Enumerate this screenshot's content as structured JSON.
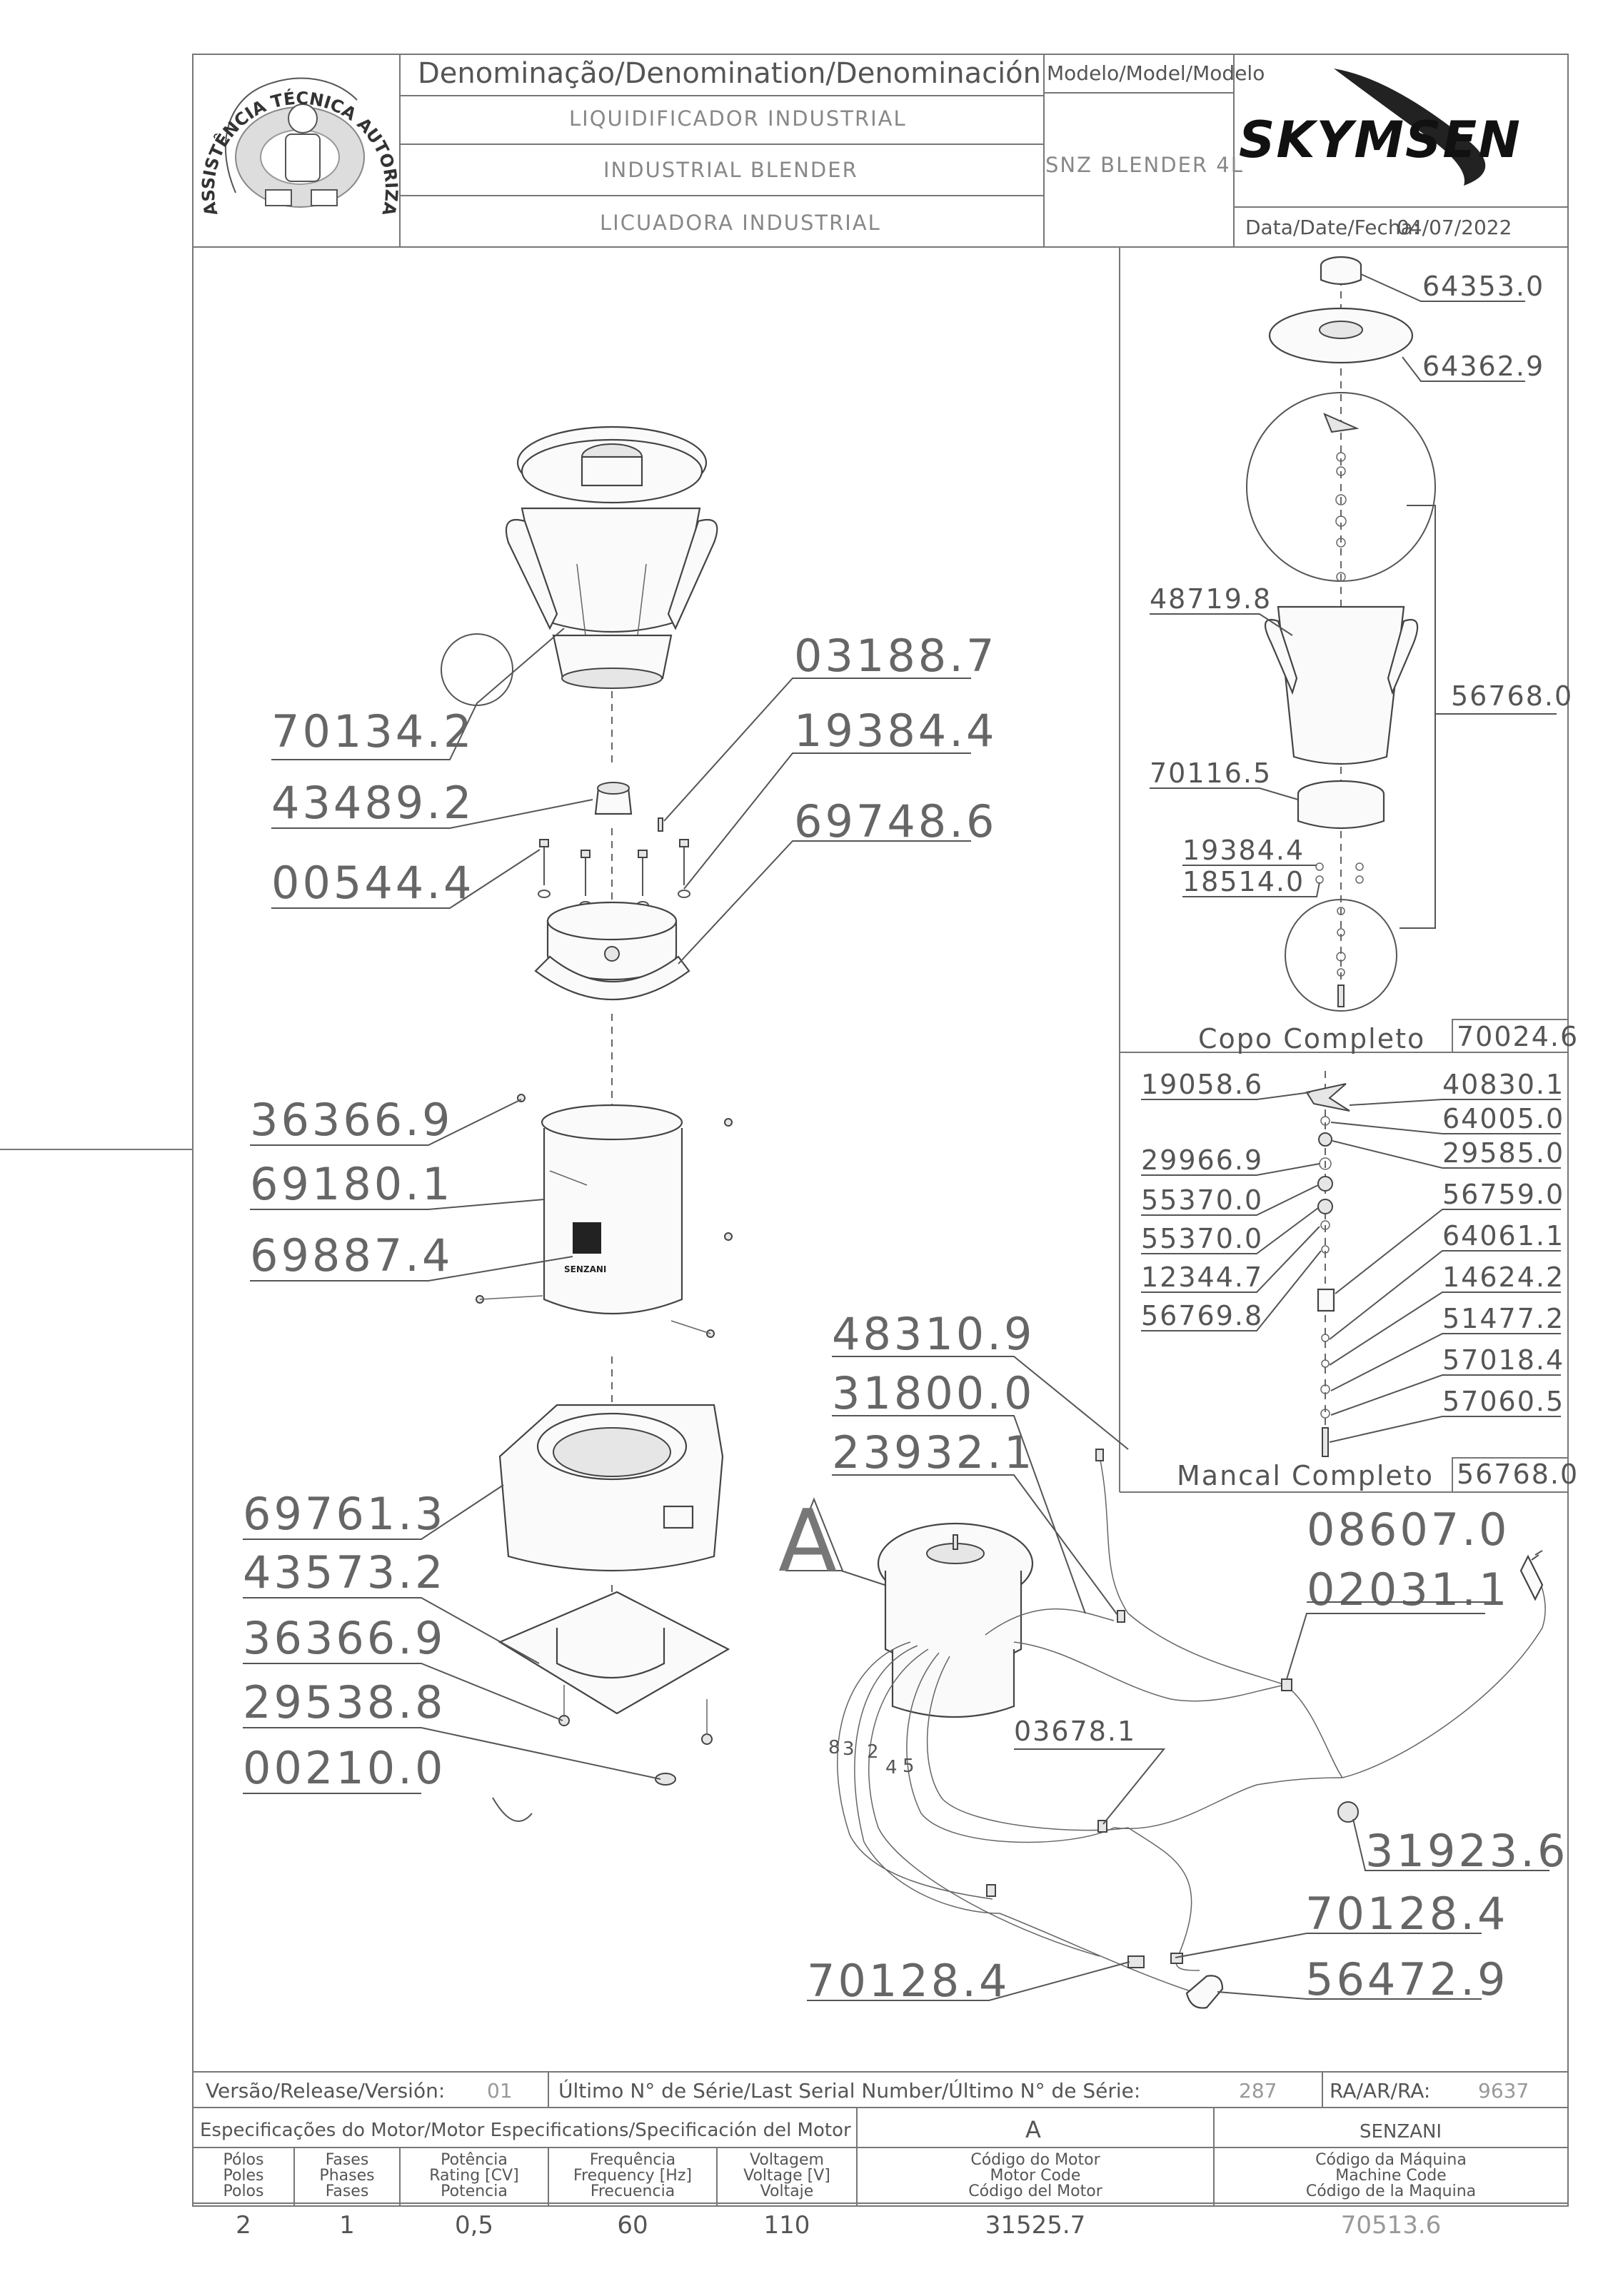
{
  "header": {
    "denomination_label": "Denominação/Denomination/Denominación",
    "names": [
      "LIQUIDIFICADOR INDUSTRIAL",
      "INDUSTRIAL BLENDER",
      "LICUADORA INDUSTRIAL"
    ],
    "model_label": "Modelo/Model/Modelo",
    "model_value": "SNZ BLENDER 4L",
    "brand": "SKYMSEN",
    "date_label": "Data/Date/Fecha:",
    "date_value": "04/07/2022",
    "stamp_text": "ASSISTÊNCIA TÉCNICA AUTORIZADA"
  },
  "main_parts": {
    "p70134": "70134.2",
    "p43489": "43489.2",
    "p00544": "00544.4",
    "p03188": "03188.7",
    "p19384": "19384.4",
    "p69748": "69748.6",
    "p36366a": "36366.9",
    "p69180": "69180.1",
    "p69887": "69887.4",
    "housing_brand": "SENZANI",
    "p69761": "69761.3",
    "p43573": "43573.2",
    "p36366b": "36366.9",
    "p29538": "29538.8",
    "p00210": "00210.0"
  },
  "motor_parts": {
    "section_letter": "A",
    "p48310": "48310.9",
    "p31800": "31800.0",
    "p23932": "23932.1",
    "p08607": "08607.0",
    "p02031": "02031.1",
    "p03678": "03678.1",
    "p31923": "31923.6",
    "p70128a": "70128.4",
    "p56472": "56472.9",
    "p70128b": "70128.4",
    "wire_numbers": [
      "8",
      "3",
      "2",
      "4",
      "5"
    ]
  },
  "copo_section": {
    "p64353": "64353.0",
    "p64362": "64362.9",
    "p48719": "48719.8",
    "p56768": "56768.0",
    "p70116": "70116.5",
    "p19384": "19384.4",
    "p18514": "18514.0",
    "title": "Copo Completo",
    "code": "70024.6"
  },
  "mancal_section": {
    "left": [
      "19058.6",
      "29966.9",
      "55370.0",
      "55370.0",
      "12344.7",
      "56769.8"
    ],
    "right": [
      "40830.1",
      "64005.0",
      "29585.0",
      "56759.0",
      "64061.1",
      "14624.2",
      "51477.2",
      "57018.4",
      "57060.5"
    ],
    "title": "Mancal Completo",
    "code": "56768.0"
  },
  "footer": {
    "version_label": "Versão/Release/Versión:",
    "version_value": "01",
    "serial_label": "Último N° de Série/Last Serial Number/Último N° de Série:",
    "serial_value": "287",
    "ra_label": "RA/AR/RA:",
    "ra_value": "9637",
    "motor_spec_label": "Especificações do Motor/Motor Especifications/Specificación del Motor",
    "motor_letter": "A",
    "maker": "SENZANI",
    "columns": [
      [
        "Pólos",
        "Poles",
        "Polos"
      ],
      [
        "Fases",
        "Phases",
        "Fases"
      ],
      [
        "Potência",
        "Rating [CV]",
        "Potencia"
      ],
      [
        "Frequência",
        "Frequency [Hz]",
        "Frecuencia"
      ],
      [
        "Voltagem",
        "Voltage [V]",
        "Voltaje"
      ],
      [
        "Código do Motor",
        "Motor Code",
        "Código del Motor"
      ],
      [
        "Código da Máquina",
        "Machine Code",
        "Código de la Maquina"
      ]
    ],
    "values": [
      "2",
      "1",
      "0,5",
      "60",
      "110",
      "31525.7",
      "70513.6"
    ]
  }
}
